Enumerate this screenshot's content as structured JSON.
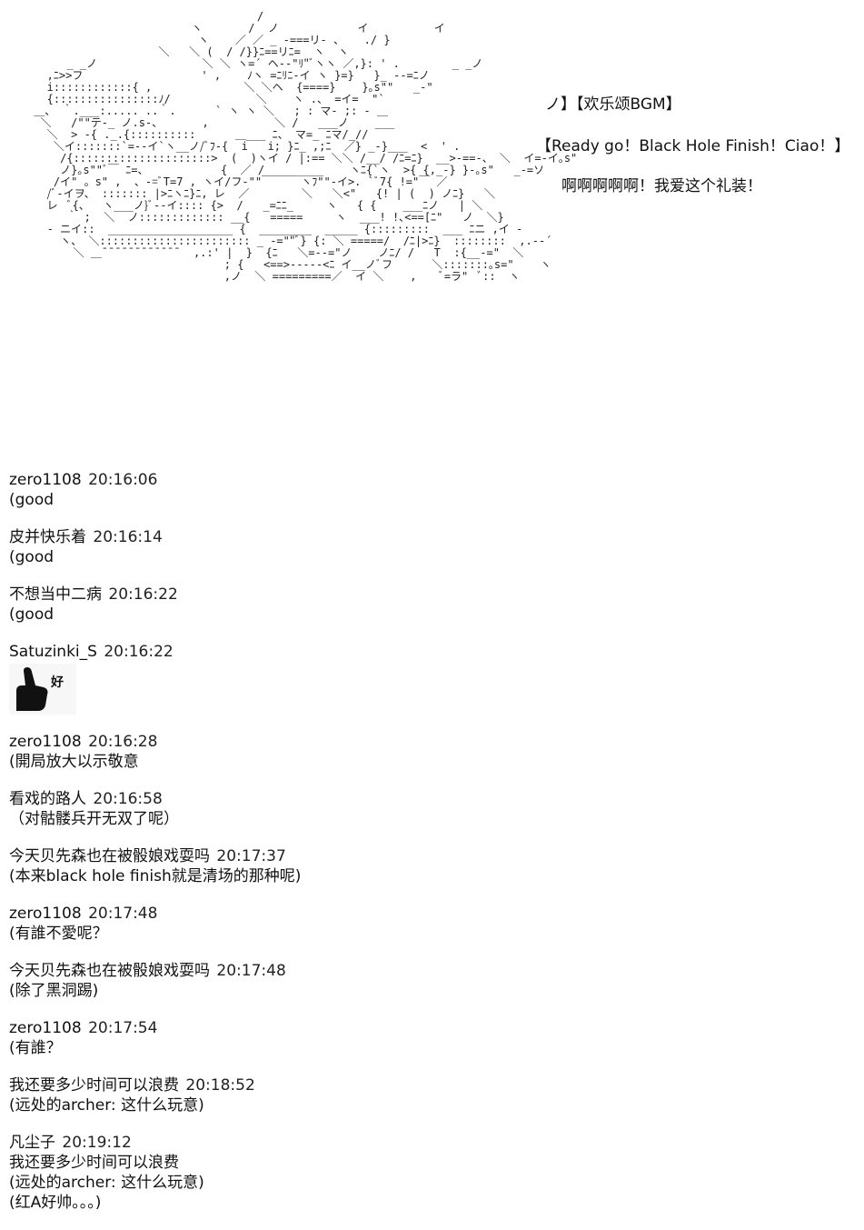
{
  "art": {
    "caption_bgm": "ノ】【欢乐颂BGM】",
    "caption_shout": "【Ready go！Black Hole Finish！Ciao！】",
    "caption_love": "啊啊啊啊啊！我爱这个礼装！",
    "lines": [
      "                                   /",
      "                         ヽ       /  ノ            イ          イ",
      "                          ヽ    ／ ／ _ -===リ- 、   ./ }",
      "                    ＼   ＼ (  / /}}ﾆ==リﾆ=  ヽ  ヽ",
      "      _ _ノ                ＼ ＼ ヽ=´ ヘ-‐\"ﾘ\"ﾞヽヽ ／,}: ' .        _ _ノ",
      "   ,ﾆ>>フ                  ' ,    ﾉヽ =ﾆﾘﾆ-イ ヽ }=}   }_ --=ﾆノ",
      "   i::::::::::::{ ,              ＼ ＼ヘ  {====}    }｡s\"\"   _-\"",
      "   {::::::::::::::::ﾉ/             ＼    ヽ .、 =イ=  \"`",
      " ＿、 ｀.___:..... ..｀.      ` ヽ ヽ ＼   ; : マ- ;: - ＿",
      "  ＼   /\"\"テ-_ ノ.s-、      ,          ＼ /   ___ノ    ___",
      "   ＼  > -{ ._.{::::::::::      ＿___ ﾆ、 マ=_ ﾆマ/_//",
      "    ＼イ:::::::`=--イ`ヽ__ノ/ﾞﾌ-{  i   i; }ﾆ_ ,;ﾆ  ／} _-}___  <  ' .",
      "     /{:::::::::::::::::::::>  (  )ヽイ / |:== ＼＼ /__/ /ﾆ=ﾆ}  __>-==-、 ＼  イ=-イ｡s\"",
      "     ノ}｡s\"\"ﾞ￣ ﾆ=、           {  ／ /  _______    ヽﾆ{`ヽ  >{ {,_-} }-｡s\"   _-=ソ",
      "    /イ\" 。s\" ,  、-=ﾞT=7 , ヽイ/フ-\"\"￣￣￣ ヽﾌ\"\"-イ>. `ﾞ7{ !=\"￣ ／",
      "   /ﾞ-イヲ、 ::::::: |>ﾆヽﾆ}ﾆ, レ  ／        ＼   ＼<\"   {! | (  ) ノﾆ}   ＼",
      "   レ  ﾞ{、  ヽ___ノ}ﾞ--イ:::: {>  /   _=ﾆﾆ_     ヽ   { {    ___ﾆノ   | ＼",
      "      ｀ ;  ＼  ノ::::::::::::: __{   =====     ヽ  ___! !､<==[ﾆ\"   ノ  ＼}",
      "   ‐ ニイ::  ___________________ {  ________  _____ {:::::::::  ___ ﾆニ ,イ ‐",
      "     ヽ、 ＼::::::::::::::::::::::: _ -=\"\"ﾞ} {: ＼ =====/  /ﾆ|>ﾆ}  ::::::::  ,.-‐´",
      "       ＼ ＿¯¯¯¯¯¯¯¯¯¯¯¯  ,.:' |  }  {ﾆ   ＼=--=\"ノ    ノﾆ/ /   T  :{__-=\"  ＼",
      "                              ; {   <==>-----<ﾆ イ__ノﾞフ      ＼:::::::｡s=\"    ヽ",
      "                              ,ノ  ＼ =========／  イ ＼    ,    ﾞ=ラ\"  ﾞ::  ヽ"
    ]
  },
  "comments": [
    {
      "author": "zero1108",
      "time": "20:16:06",
      "lines": [
        "(good"
      ]
    },
    {
      "author": "皮并快乐着",
      "time": "20:16:14",
      "lines": [
        "(good"
      ]
    },
    {
      "author": "不想当中二病",
      "time": "20:16:22",
      "lines": [
        "(good"
      ]
    },
    {
      "author": "Satuzinki_S",
      "time": "20:16:22",
      "lines": [],
      "sticker": {
        "text": "好",
        "icon": "thumbs-up-hand-sticker"
      }
    },
    {
      "author": "zero1108",
      "time": "20:16:28",
      "lines": [
        "(開局放大以示敬意"
      ]
    },
    {
      "author": "看戏的路人",
      "time": "20:16:58",
      "lines": [
        "（对骷髅兵开无双了呢）"
      ]
    },
    {
      "author": "今天贝先森也在被骰娘戏耍吗",
      "time": "20:17:37",
      "lines": [
        "(本来black hole finish就是清场的那种呢)"
      ]
    },
    {
      "author": "zero1108",
      "time": "20:17:48",
      "lines": [
        "(有誰不愛呢？"
      ]
    },
    {
      "author": "今天贝先森也在被骰娘戏耍吗",
      "time": "20:17:48",
      "lines": [
        "(除了黑洞踢)"
      ]
    },
    {
      "author": "zero1108",
      "time": "20:17:54",
      "lines": [
        "(有誰？"
      ]
    },
    {
      "author": "我还要多少时间可以浪费",
      "time": "20:18:52",
      "lines": [
        "(远处的archer: 这什么玩意)"
      ]
    },
    {
      "author": "凡尘子",
      "time": "20:19:12",
      "lines": [
        "我还要多少时间可以浪费",
        "(远处的archer: 这什么玩意)",
        "(红A好帅。。。)"
      ]
    }
  ]
}
